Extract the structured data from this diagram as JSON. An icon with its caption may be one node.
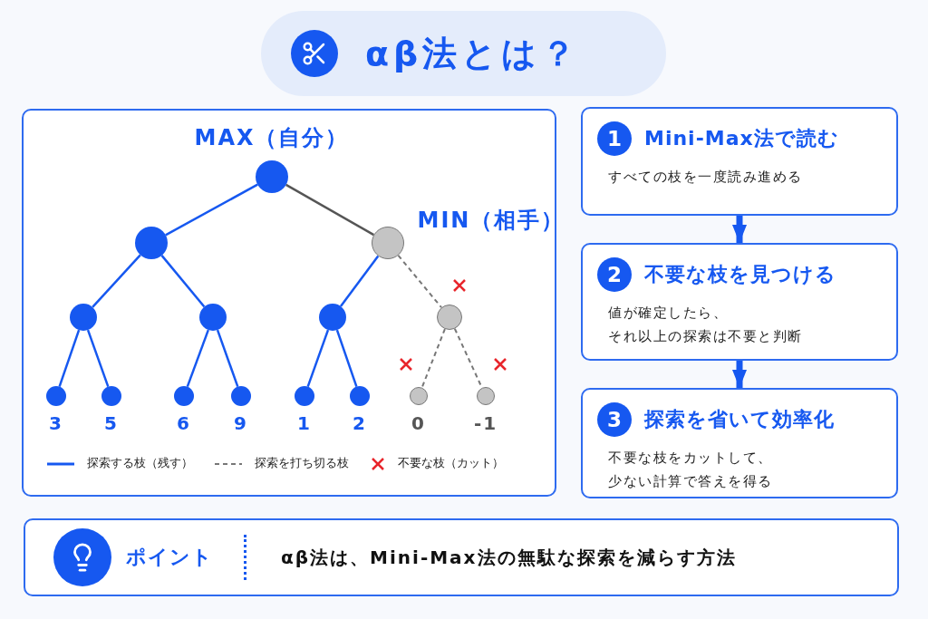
{
  "diagram": {
    "title": "αβ法とは？",
    "nodes": [
      {
        "text": [],
        "shape": "box"
      },
      {
        "text": [],
        "shape": "circle",
        "in": 0,
        "beside": [
          "MAX（自分）"
        ]
      },
      {
        "text": [],
        "shape": "circle",
        "in": 0
      },
      {
        "text": [],
        "shape": "circle",
        "in": 0,
        "beside": [
          "MIN（相手）"
        ]
      },
      {
        "text": [],
        "shape": "circle",
        "in": 0
      },
      {
        "text": [],
        "shape": "circle",
        "in": 0
      },
      {
        "text": [],
        "shape": "circle",
        "in": 0
      },
      {
        "text": [],
        "shape": "circle",
        "in": 0
      },
      {
        "text": [],
        "shape": "circle",
        "in": 0,
        "beside": [
          "3"
        ]
      },
      {
        "text": [],
        "shape": "circle",
        "in": 0,
        "beside": [
          "5"
        ]
      },
      {
        "text": [],
        "shape": "circle",
        "in": 0,
        "beside": [
          "6"
        ]
      },
      {
        "text": [],
        "shape": "circle",
        "in": 0,
        "beside": [
          "9"
        ]
      },
      {
        "text": [],
        "shape": "circle",
        "in": 0,
        "beside": [
          "1"
        ]
      },
      {
        "text": [],
        "shape": "circle",
        "in": 0,
        "beside": [
          "2"
        ]
      },
      {
        "text": [],
        "shape": "circle",
        "in": 0,
        "beside": [
          "0"
        ]
      },
      {
        "text": [],
        "shape": "circle",
        "in": 0,
        "beside": [
          "-1"
        ]
      },
      {
        "text": [
          "1",
          "Mini-Max法で読む",
          "すべての枝を一度読み進める"
        ]
      },
      {
        "text": [
          "2",
          "不要な枝を見つける",
          "値が確定したら、それ以上の探索は不要と判断"
        ]
      },
      {
        "text": [
          "3",
          "探索を省いて効率化",
          "不要な枝をカットして、少ない計算で答えを得る"
        ]
      },
      {
        "text": [
          "ポイント",
          "αβ法は、Mini-Max法の無駄な探索を減らす方法"
        ]
      }
    ],
    "edges": [
      {
        "from": 1,
        "to": 2,
        "arrow": "none"
      },
      {
        "from": 1,
        "to": 3,
        "arrow": "none",
        "color": "#555555"
      },
      {
        "from": 2,
        "to": 4,
        "arrow": "none"
      },
      {
        "from": 2,
        "to": 5,
        "arrow": "none"
      },
      {
        "from": 4,
        "to": 8,
        "arrow": "none"
      },
      {
        "from": 4,
        "to": 9,
        "arrow": "none"
      },
      {
        "from": 5,
        "to": 10,
        "arrow": "none"
      },
      {
        "from": 5,
        "to": 11,
        "arrow": "none"
      },
      {
        "from": 3,
        "to": 6,
        "arrow": "none"
      },
      {
        "from": 3,
        "to": 7,
        "arrow": "none",
        "style": "dashed",
        "color": "#777777"
      },
      {
        "from": 6,
        "to": 12,
        "arrow": "none"
      },
      {
        "from": 6,
        "to": 13,
        "arrow": "none"
      },
      {
        "from": 7,
        "to": 14,
        "arrow": "none",
        "style": "dashed",
        "color": "#777777"
      },
      {
        "from": 7,
        "to": 15,
        "arrow": "none",
        "style": "dashed",
        "color": "#777777"
      },
      {
        "from": 16,
        "to": 17,
        "arrow": "to",
        "style": "thick"
      },
      {
        "from": 17,
        "to": 18,
        "arrow": "to",
        "style": "thick"
      }
    ],
    "legend": [
      {
        "text": "探索する枝（残す）"
      },
      {
        "text": "探索を打ち切る枝"
      },
      {
        "text": "不要な枝（カット）"
      }
    ]
  }
}
